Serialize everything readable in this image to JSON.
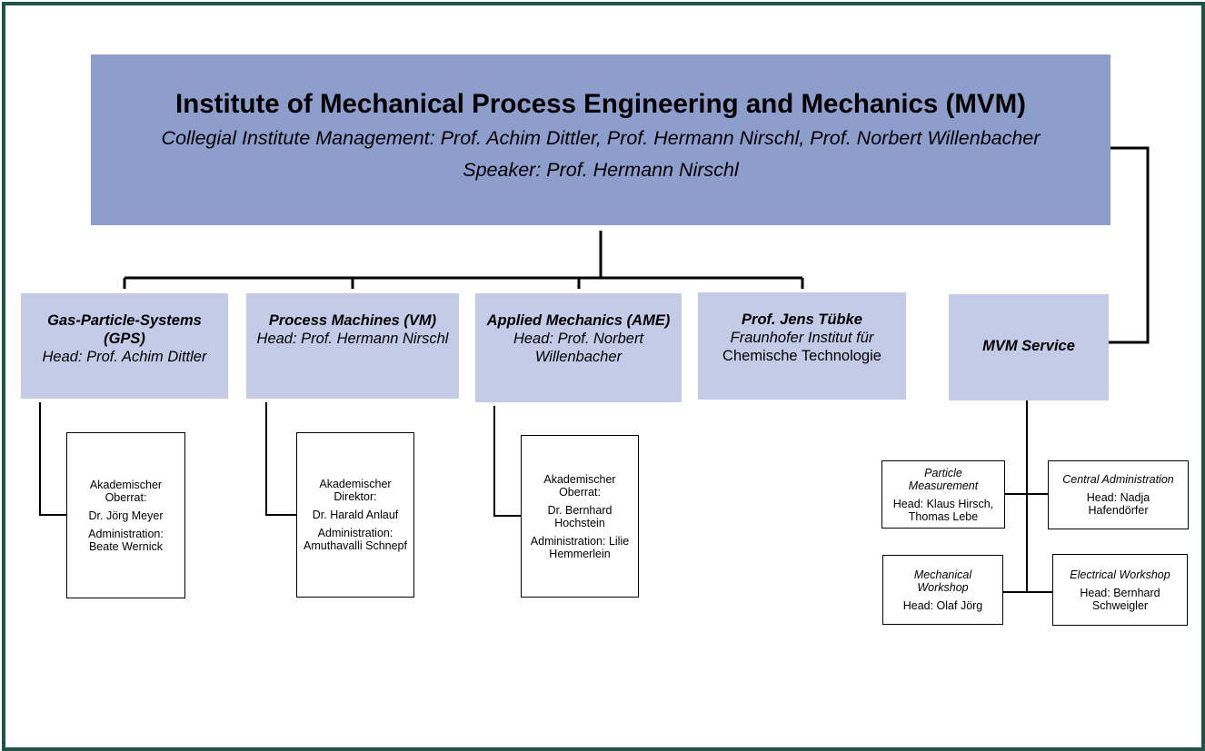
{
  "main": {
    "title": "Institute of Mechanical Process Engineering and Mechanics (MVM)",
    "management": "Collegial Institute Management: Prof. Achim Dittler, Prof. Hermann Nirschl, Prof. Norbert Willenbacher",
    "speaker": "Speaker: Prof. Hermann Nirschl"
  },
  "departments": [
    {
      "title": "Gas-Particle-Systems (GPS)",
      "head": "Head: Prof. Achim Dittler"
    },
    {
      "title": "Process Machines (VM)",
      "head": "Head: Prof. Hermann Nirschl"
    },
    {
      "title": "Applied Mechanics (AME)",
      "head": "Head: Prof. Norbert Willenbacher"
    },
    {
      "title": "Prof. Jens Tübke",
      "line1": "Fraunhofer Institut für",
      "line2": "Chemische Technologie"
    },
    {
      "title": "MVM Service"
    }
  ],
  "staff": [
    {
      "role": "Akademischer Oberrat:",
      "name": "Dr. Jörg Meyer",
      "admin": "Administration: Beate Wernick"
    },
    {
      "role": "Akademischer Direktor:",
      "name": "Dr. Harald Anlauf",
      "admin": "Administration: Amuthavalli Schnepf"
    },
    {
      "role": "Akademischer Oberrat:",
      "name": "Dr. Bernhard Hochstein",
      "admin": "Administration: Lilie Hemmerlein"
    }
  ],
  "service_units": [
    {
      "name": "Particle Measurement",
      "head": "Head: Klaus Hirsch, Thomas Lebe"
    },
    {
      "name": "Central Administration",
      "head": "Head: Nadja Hafendörfer"
    },
    {
      "name": "Mechanical Workshop",
      "head": "Head: Olaf Jörg"
    },
    {
      "name": "Electrical Workshop",
      "head": "Head: Bernhard Schweigler"
    }
  ],
  "colors": {
    "frame": "#1e5446",
    "main_box": "#8d9dcc",
    "dept_box": "#c3cbe6"
  }
}
